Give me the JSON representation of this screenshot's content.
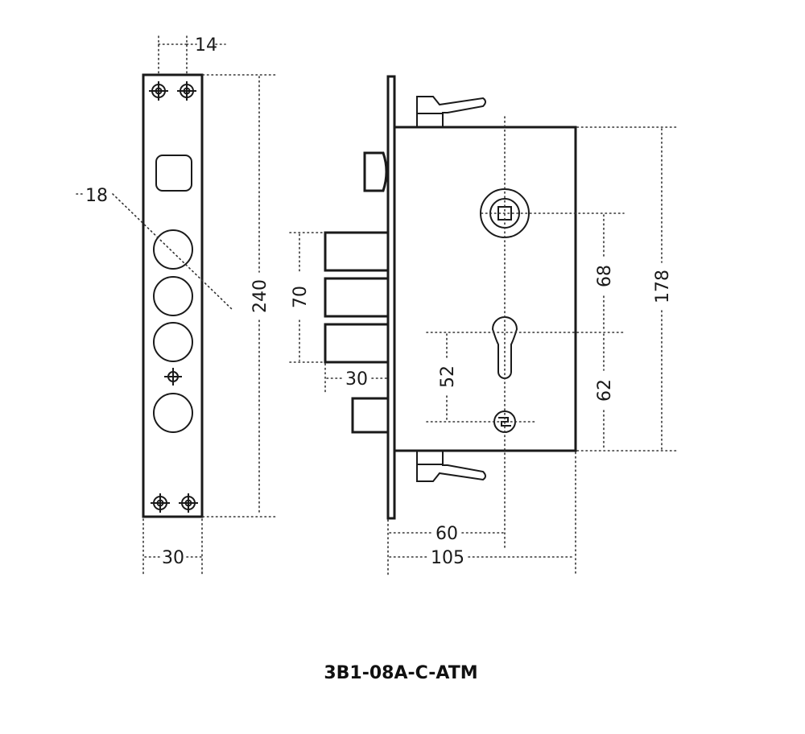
{
  "model_code": "3B1-08A-C-ATM",
  "dimensions": {
    "faceplate_screw_spacing": "14",
    "bolt_diameter": "18",
    "faceplate_height": "240",
    "faceplate_width": "30",
    "bolt_group_span": "70",
    "bolt_throw": "30",
    "spindle_to_cylinder": "68",
    "cylinder_to_bottom": "62",
    "cylinder_to_lower_spindle": "52",
    "case_height": "178",
    "backset": "60",
    "case_depth": "105"
  },
  "colors": {
    "line": "#1a1a1a",
    "background": "#ffffff"
  }
}
